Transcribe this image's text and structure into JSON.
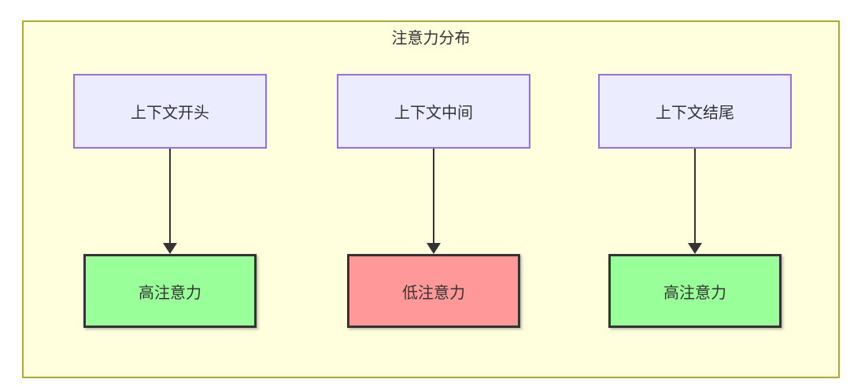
{
  "diagram": {
    "title": "注意力分布",
    "columns": [
      {
        "top": {
          "label": "上下文开头"
        },
        "bottom": {
          "label": "高注意力",
          "level": "high"
        }
      },
      {
        "top": {
          "label": "上下文中间"
        },
        "bottom": {
          "label": "低注意力",
          "level": "low"
        }
      },
      {
        "top": {
          "label": "上下文结尾"
        },
        "bottom": {
          "label": "高注意力",
          "level": "high"
        }
      }
    ],
    "colors": {
      "container_fill": "#ffffde",
      "container_border": "#aaaa33",
      "context_node_fill": "#ececff",
      "context_node_border": "#9370db",
      "high_attention_fill": "#99ff99",
      "low_attention_fill": "#ff9999",
      "attention_node_border": "#333333",
      "arrow": "#333333",
      "text": "#333333"
    }
  }
}
